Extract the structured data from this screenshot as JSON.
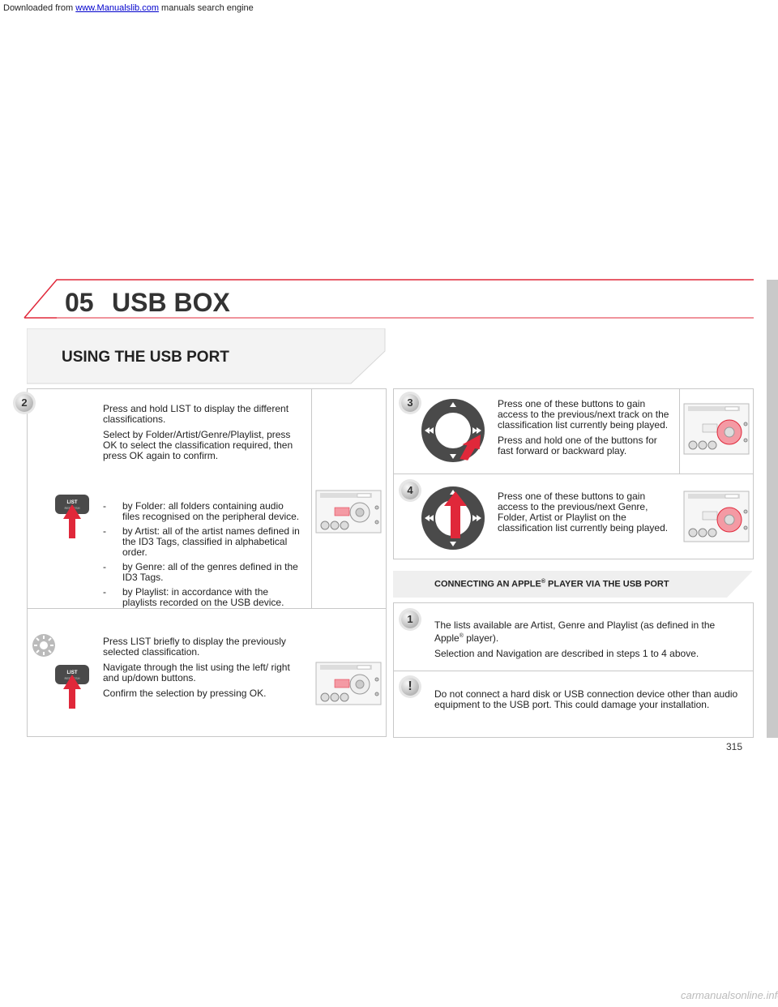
{
  "top_note": {
    "prefix": "Downloaded from ",
    "link": "www.Manualslib.com",
    "suffix": " manuals search engine"
  },
  "chapter": {
    "number": "05",
    "title": "USB BOX"
  },
  "section": {
    "title": "USING THE USB PORT"
  },
  "step2": {
    "badge": "2",
    "p1": "Press and hold LIST to display the different classifications.",
    "p2": "Select by Folder/Artist/Genre/Playlist, press OK to select the classification required, then press OK again to confirm.",
    "list_button": {
      "label": "LIST",
      "sub": "REFRESH"
    },
    "items": [
      {
        "dash": "-",
        "text": "by Folder: all folders containing audio files recognised on the peripheral device."
      },
      {
        "dash": "-",
        "text": "by Artist: all of the artist names defined in the ID3 Tags, classified in alphabetical order."
      },
      {
        "dash": "-",
        "text": "by Genre: all of the genres defined in the ID3 Tags."
      },
      {
        "dash": "-",
        "text": "by Playlist: in accordance with the playlists recorded on the USB device."
      }
    ]
  },
  "tip": {
    "list_button": {
      "label": "LIST",
      "sub": "REFRESH"
    },
    "p1": "Press LIST briefly to display the previously selected classification.",
    "p2": "Navigate through the list using the left/ right and up/down buttons.",
    "p3": "Confirm the selection by pressing OK."
  },
  "step3": {
    "badge": "3",
    "p1": "Press one of these buttons to gain access to the previous/next track on the classification list currently being played.",
    "p2": "Press and hold one of the buttons for fast forward or backward play."
  },
  "step4": {
    "badge": "4",
    "p1": "Press one of these buttons to gain access to the previous/next Genre, Folder, Artist or Playlist on the classification list currently being played."
  },
  "apple": {
    "title_pre": "CONNECTING AN APPLE",
    "title_reg": "®",
    "title_post": " PLAYER VIA THE USB PORT",
    "badge": "1",
    "p1_pre": "The lists available are Artist, Genre and Playlist (as defined in the Apple",
    "p1_reg": "®",
    "p1_post": " player).",
    "p2": "Selection and Navigation are described in steps 1 to 4 above."
  },
  "warning": {
    "badge": "!",
    "text": "Do not connect a hard disk or USB connection device other than audio equipment to the USB port. This could damage your installation."
  },
  "page_number": "315",
  "footer_logo": "carmanualsonline.info",
  "colors": {
    "accent_red": "#e0283a",
    "panel_border": "#c8c8c8",
    "header_grey": "#f4f4f4"
  }
}
